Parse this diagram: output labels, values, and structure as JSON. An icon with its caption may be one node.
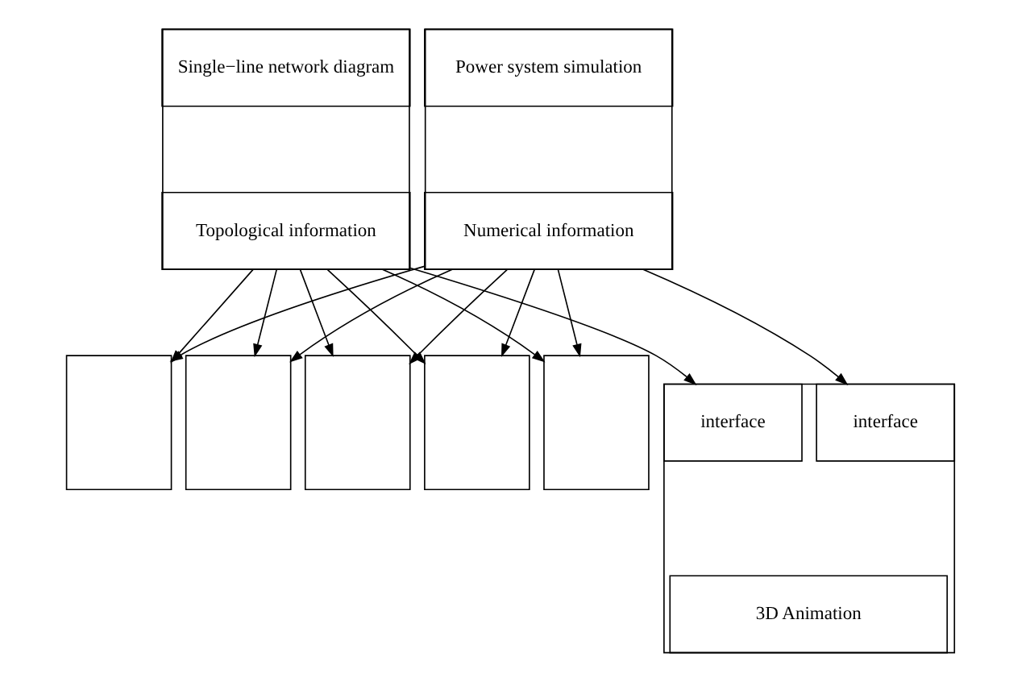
{
  "diagram": {
    "nodes": [
      {
        "text": [],
        "shape": "box"
      },
      {
        "text": [
          "Single−line network diagram"
        ],
        "in": 0
      },
      {
        "text": [
          "Topological information"
        ],
        "in": 0
      },
      {
        "text": [],
        "shape": "box"
      },
      {
        "text": [
          "Power system simulation"
        ],
        "in": 3
      },
      {
        "text": [
          "Numerical information"
        ],
        "in": 3
      },
      {
        "text": [],
        "shape": "box"
      },
      {
        "text": [],
        "shape": "box"
      },
      {
        "text": [],
        "shape": "box"
      },
      {
        "text": [],
        "shape": "box"
      },
      {
        "text": [],
        "shape": "box"
      },
      {
        "text": [],
        "shape": "box"
      },
      {
        "text": [
          "interface"
        ],
        "in": 11
      },
      {
        "text": [
          "interface"
        ],
        "in": 11
      },
      {
        "text": [
          "3D Animation"
        ],
        "in": 11
      }
    ],
    "edges": [
      {
        "from": 2,
        "to": 6,
        "arrow": "to"
      },
      {
        "from": 2,
        "to": 7,
        "arrow": "to"
      },
      {
        "from": 2,
        "to": 8,
        "arrow": "to"
      },
      {
        "from": 2,
        "to": 9,
        "arrow": "to"
      },
      {
        "from": 2,
        "to": 10,
        "arrow": "to"
      },
      {
        "from": 2,
        "to": 12,
        "arrow": "to"
      },
      {
        "from": 5,
        "to": 6,
        "arrow": "to"
      },
      {
        "from": 5,
        "to": 7,
        "arrow": "to"
      },
      {
        "from": 5,
        "to": 8,
        "arrow": "to"
      },
      {
        "from": 5,
        "to": 9,
        "arrow": "to"
      },
      {
        "from": 5,
        "to": 10,
        "arrow": "to"
      },
      {
        "from": 5,
        "to": 13,
        "arrow": "to"
      }
    ]
  }
}
